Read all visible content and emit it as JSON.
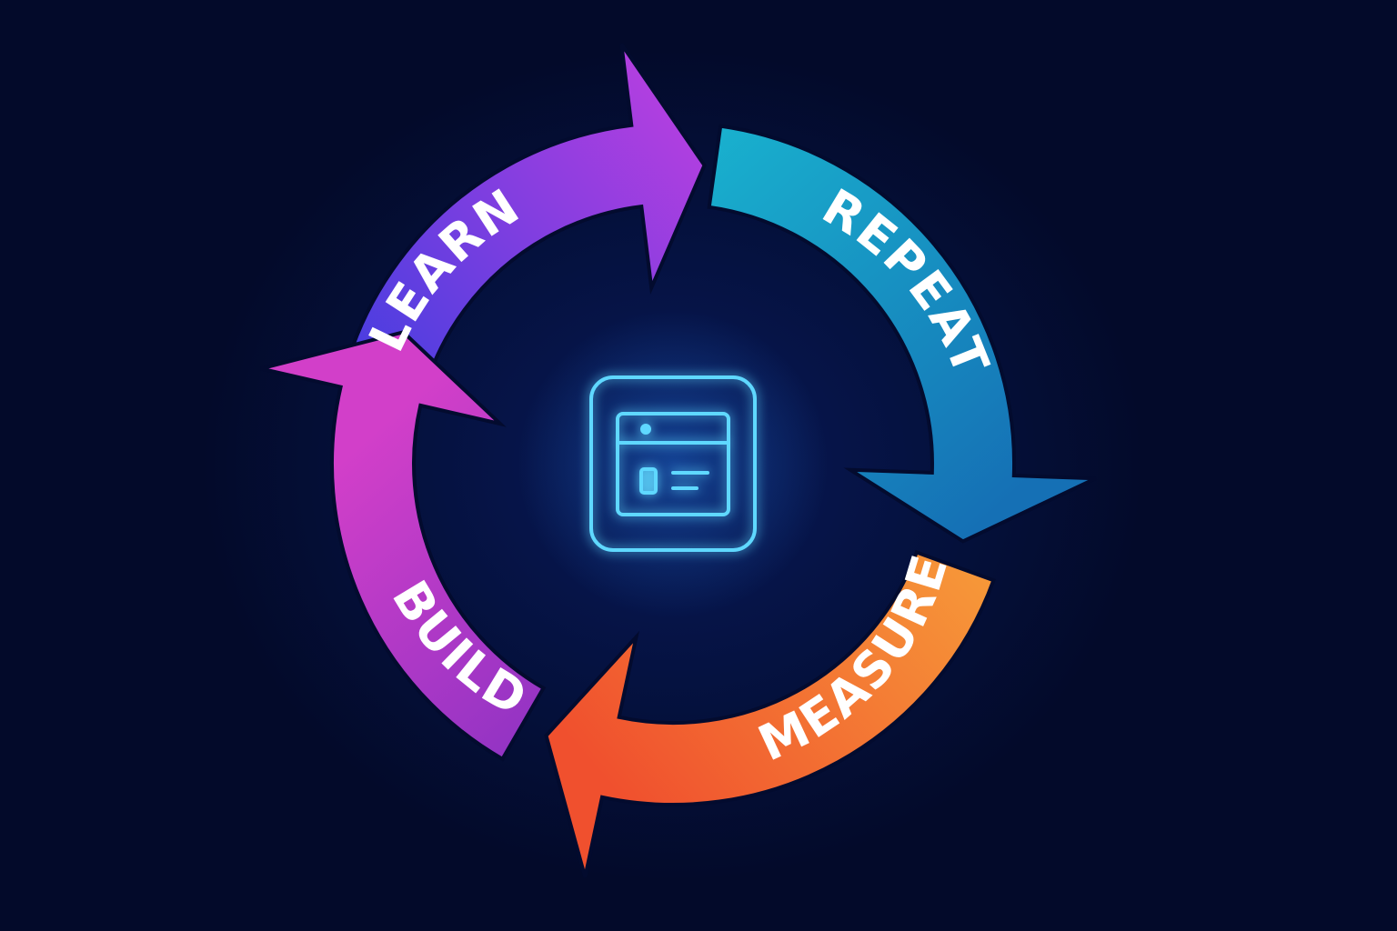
{
  "cycle": {
    "segments": [
      {
        "key": "learn",
        "label": "LEARN",
        "color_start": "#3a3de0",
        "color_end": "#b53fe0"
      },
      {
        "key": "repeat",
        "label": "REPEAT",
        "color_start": "#19b3cf",
        "color_end": "#1570b5"
      },
      {
        "key": "measure",
        "label": "MEASURE",
        "color_start": "#f7a13a",
        "color_end": "#f0502e"
      },
      {
        "key": "build",
        "label": "BUILD",
        "color_start": "#7a2fc2",
        "color_end": "#d23fc9"
      }
    ],
    "center_icon": "browser-window-icon",
    "icon_color": "#5fd8ff"
  }
}
